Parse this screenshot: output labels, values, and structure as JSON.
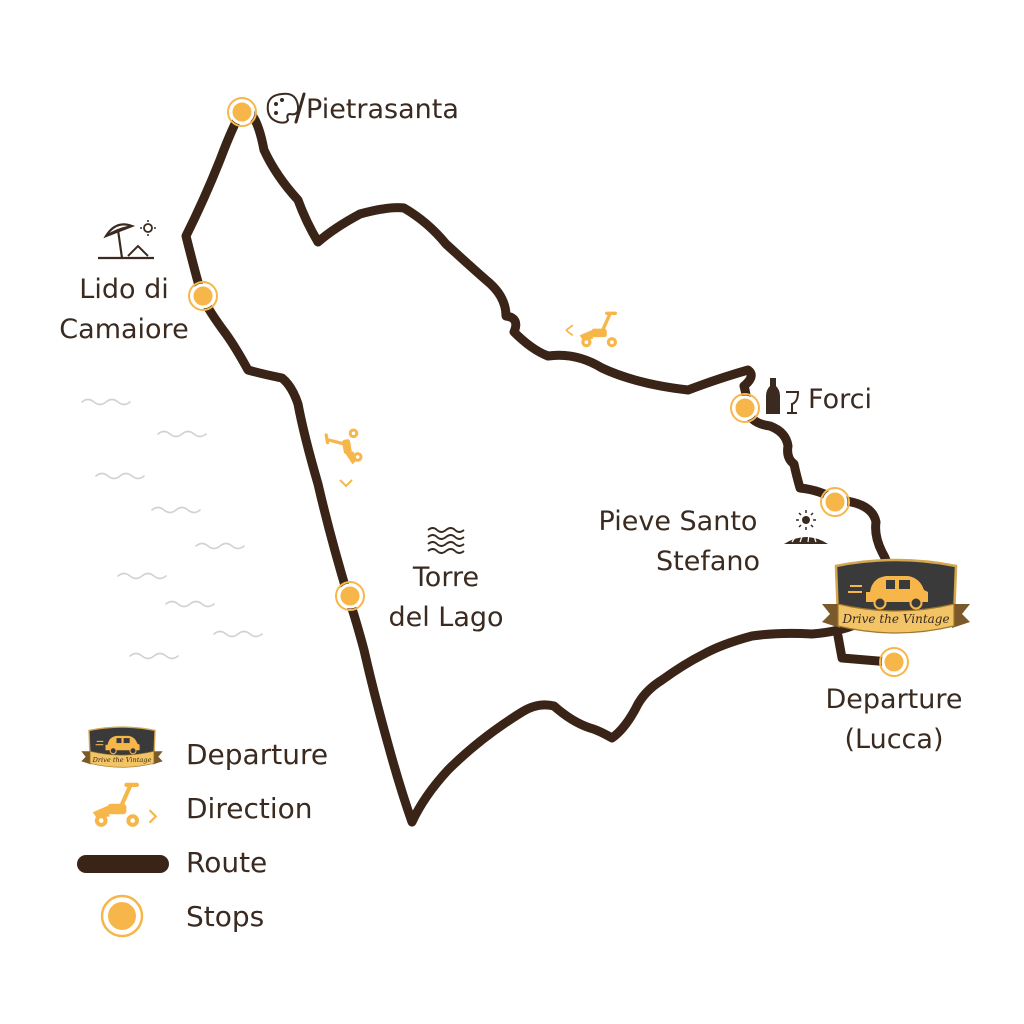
{
  "colors": {
    "route": "#3a2418",
    "accent": "#f7b64a",
    "stop_ring": "#f7b64a",
    "text": "#3a2a20",
    "waves": "#d2d2d2"
  },
  "stops": [
    {
      "id": "pietrasanta",
      "label": "Pietrasanta",
      "icon": "palette-icon"
    },
    {
      "id": "lido",
      "label_line1": "Lido di",
      "label_line2": "Camaiore",
      "icon": "beach-umbrella-icon"
    },
    {
      "id": "torre",
      "label_line1": "Torre",
      "label_line2": "del Lago",
      "icon": "lake-waves-icon"
    },
    {
      "id": "forci",
      "label": "Forci",
      "icon": "wine-icon"
    },
    {
      "id": "pieve",
      "label_line1": "Pieve Santo",
      "label_line2": "Stefano",
      "icon": "vineyard-sun-icon"
    },
    {
      "id": "lucca",
      "label_line1": "Departure",
      "label_line2": "(Lucca)",
      "icon": "drive-the-vintage-badge"
    }
  ],
  "badge": {
    "brand": "Drive the Vintage"
  },
  "legend": {
    "departure": "Departure",
    "direction": "Direction",
    "route": "Route",
    "stops": "Stops"
  }
}
